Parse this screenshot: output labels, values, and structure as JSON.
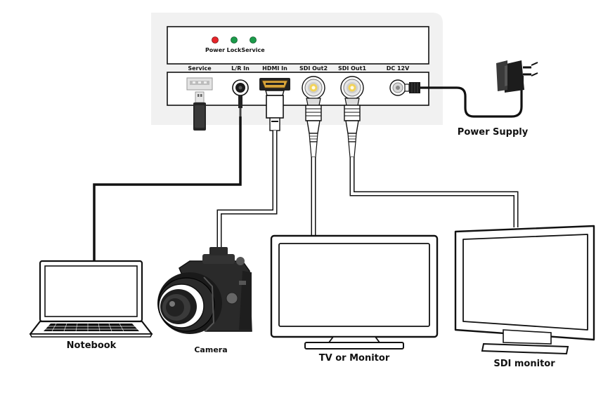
{
  "device": {
    "indicators": [
      {
        "label": "Power",
        "color": "#e8242a"
      },
      {
        "label": "Lock",
        "color": "#1b9b4a"
      },
      {
        "label": "Service",
        "color": "#1b9b4a"
      }
    ],
    "ports": [
      {
        "label": "Service"
      },
      {
        "label": "L/R In"
      },
      {
        "label": "HDMI In"
      },
      {
        "label": "SDI Out2"
      },
      {
        "label": "SDI Out1"
      },
      {
        "label": "DC 12V"
      }
    ]
  },
  "devices": {
    "power_supply": "Power Supply",
    "notebook": "Notebook",
    "camera": "Camera",
    "tv_monitor": "TV or Monitor",
    "sdi_monitor": "SDI monitor"
  },
  "colors": {
    "panel": "#f1f1f1",
    "cable_dark": "#111111",
    "cable_light": "#ffffff",
    "led_red": "#e8242a",
    "led_green": "#1b9b4a",
    "bnc_center": "#f2d35a",
    "hdmi_gold": "#d9a53a"
  }
}
